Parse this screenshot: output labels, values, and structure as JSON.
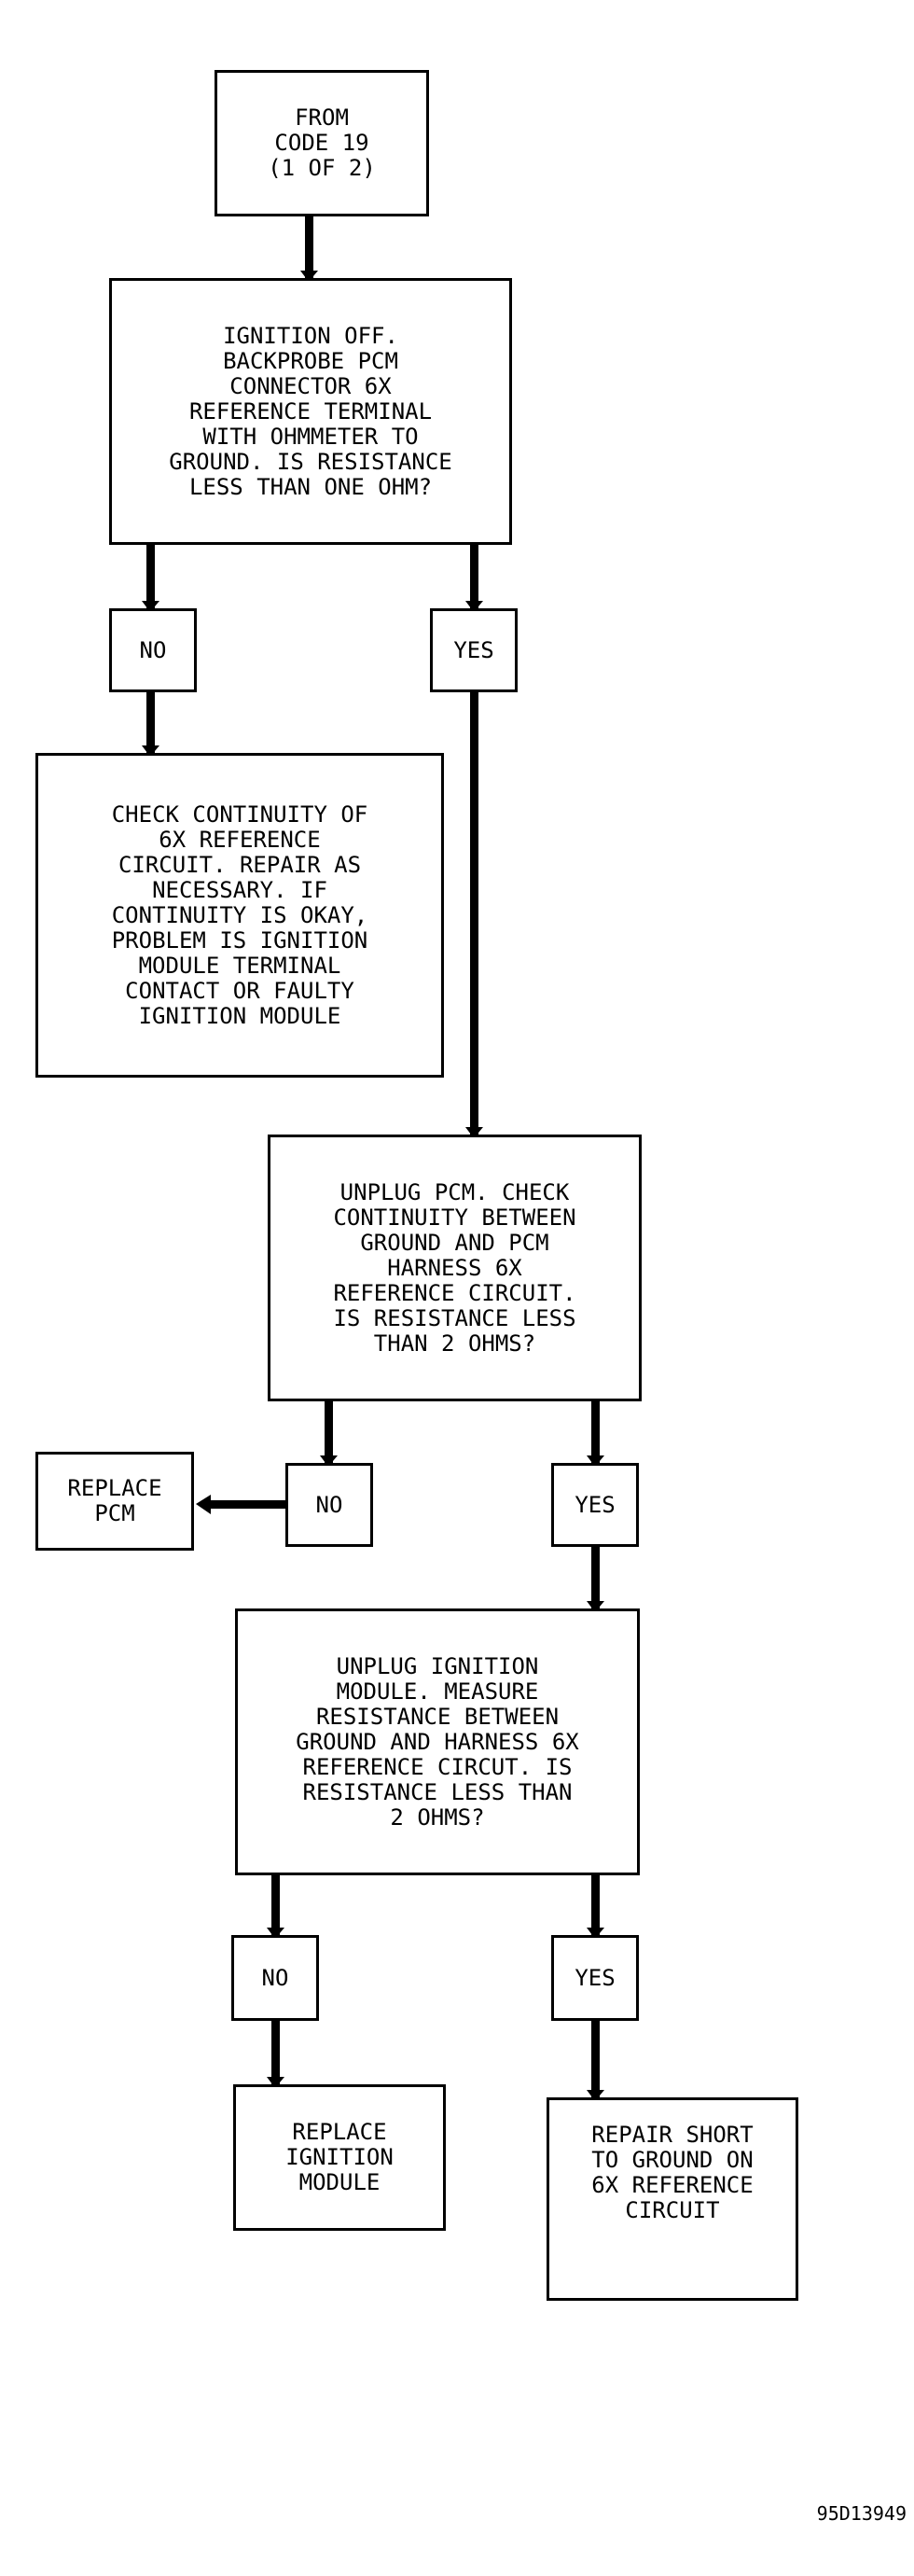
{
  "nodes": {
    "start": "FROM\nCODE 19\n(1 OF 2)",
    "q1": "IGNITION OFF.\nBACKPROBE PCM\nCONNECTOR 6X\nREFERENCE TERMINAL\nWITH OHMMETER TO\nGROUND. IS RESISTANCE\nLESS THAN ONE OHM?",
    "no1": "NO",
    "yes1": "YES",
    "action_continuity": "CHECK CONTINUITY OF\n6X REFERENCE\nCIRCUIT. REPAIR AS\nNECESSARY. IF\nCONTINUITY IS OKAY,\nPROBLEM IS IGNITION\nMODULE TERMINAL\nCONTACT OR FAULTY\nIGNITION MODULE",
    "q2": "UNPLUG PCM. CHECK\nCONTINUITY BETWEEN\nGROUND AND PCM\nHARNESS 6X\nREFERENCE CIRCUIT.\nIS RESISTANCE LESS\nTHAN 2 OHMS?",
    "replace_pcm": "REPLACE\nPCM",
    "no2": "NO",
    "yes2": "YES",
    "q3": "UNPLUG IGNITION\nMODULE. MEASURE\nRESISTANCE BETWEEN\nGROUND AND HARNESS 6X\nREFERENCE CIRCUT. IS\nRESISTANCE LESS THAN\n2 OHMS?",
    "no3": "NO",
    "yes3": "YES",
    "replace_module": "REPLACE\nIGNITION\nMODULE",
    "repair_short": "REPAIR SHORT\nTO GROUND ON\n6X REFERENCE\nCIRCUIT"
  },
  "figure_ref": "95D13949"
}
